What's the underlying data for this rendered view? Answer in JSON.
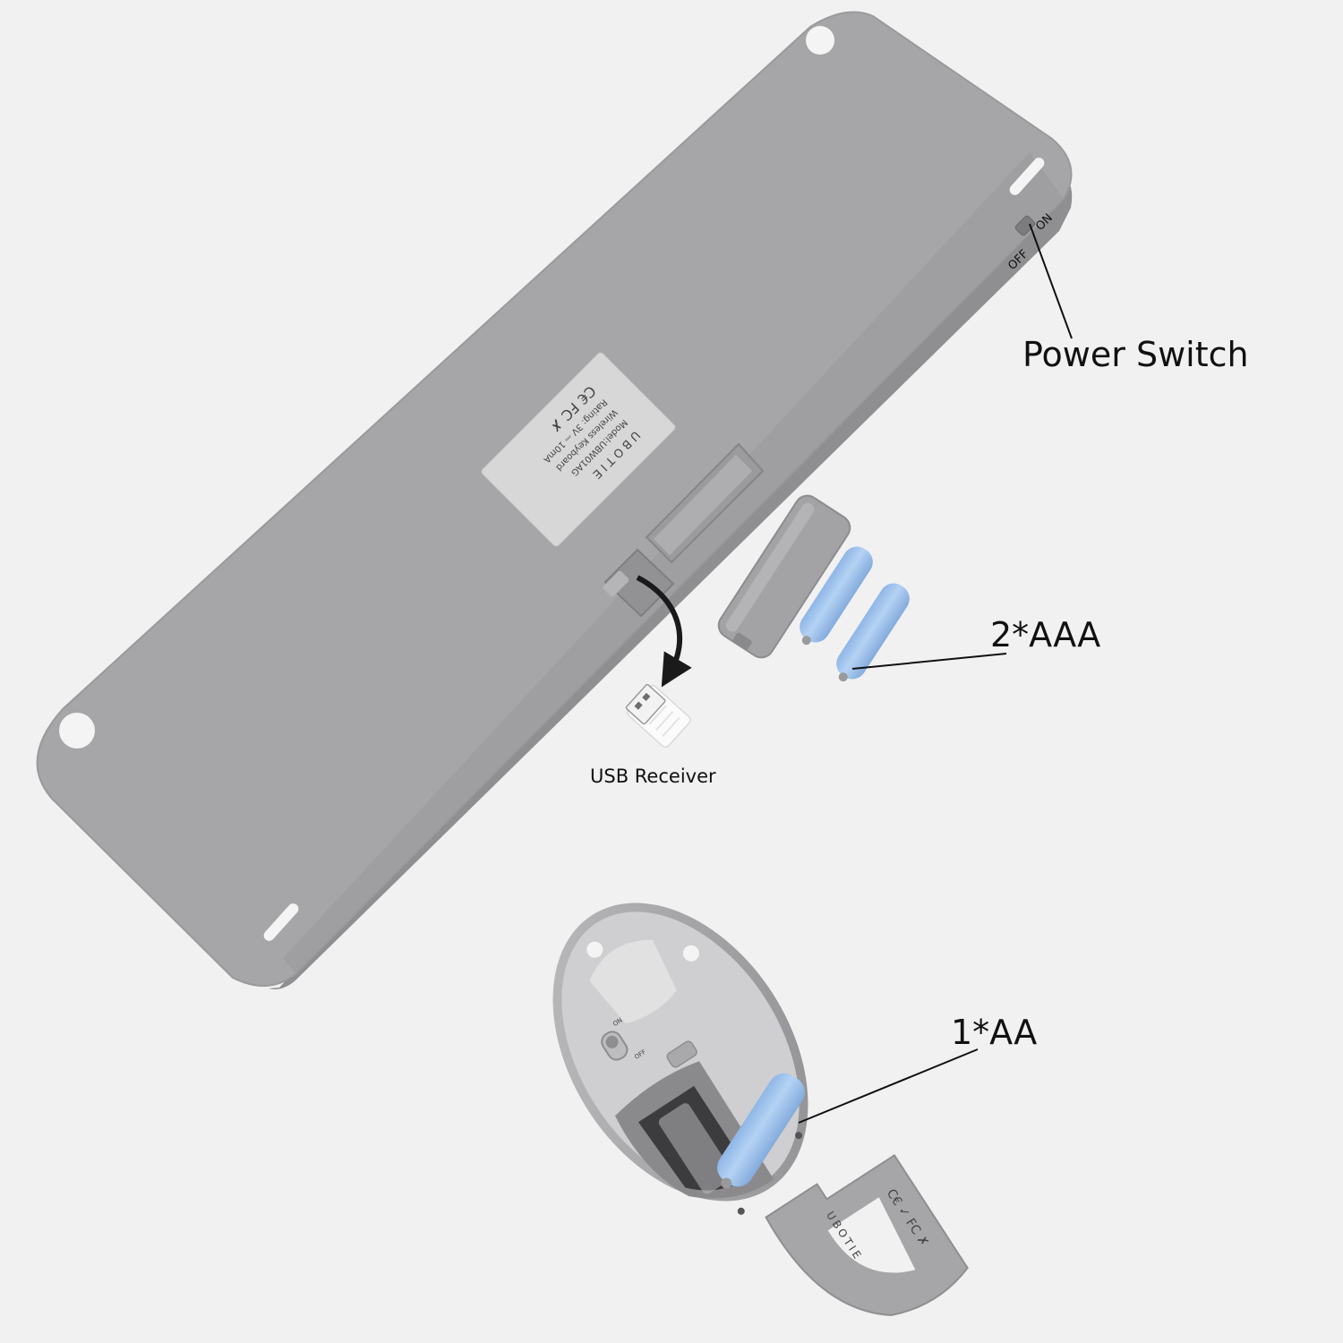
{
  "labels": {
    "power_switch": "Power Switch",
    "switch_on": "ON",
    "switch_off": "OFF",
    "usb_receiver": "USB Receiver",
    "keyboard_batteries": "2*AAA",
    "mouse_battery": "1*AA"
  },
  "keyboard_sticker": {
    "brand": "UBOTIE",
    "model": "Model:UBW01AG",
    "product": "Wireless Keyboard",
    "rating": "Rating: 3V ⎓ 10mA",
    "marks": "C€ FC ✗"
  },
  "mouse_cover": {
    "brand": "UBOTIE",
    "marks": "C€ ✓ FC ✗"
  },
  "mouse_switch": {
    "on": "ON",
    "off": "OFF"
  },
  "colors": {
    "background": "#f1f1f2",
    "housing": "#a9a9ab",
    "battery": "#9ec3ee"
  }
}
